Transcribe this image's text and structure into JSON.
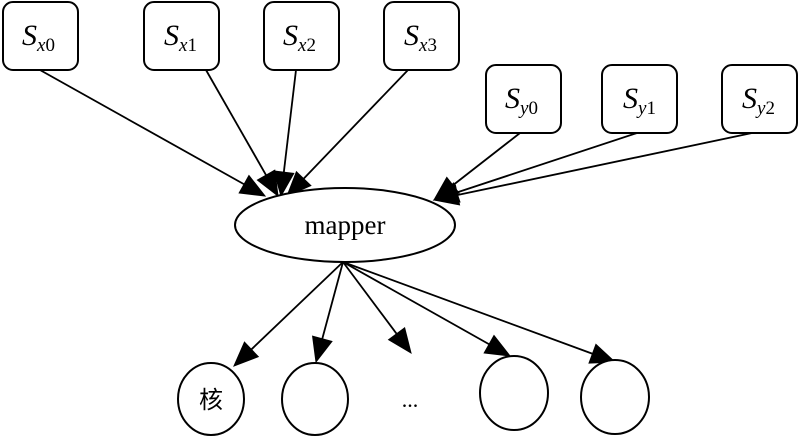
{
  "diagram": {
    "type": "directed-graph",
    "source_nodes_x": [
      {
        "id": "sx0",
        "base": "S",
        "sub_var": "x",
        "sub_idx": "0"
      },
      {
        "id": "sx1",
        "base": "S",
        "sub_var": "x",
        "sub_idx": "1"
      },
      {
        "id": "sx2",
        "base": "S",
        "sub_var": "x",
        "sub_idx": "2"
      },
      {
        "id": "sx3",
        "base": "S",
        "sub_var": "x",
        "sub_idx": "3"
      }
    ],
    "source_nodes_y": [
      {
        "id": "sy0",
        "base": "S",
        "sub_var": "y",
        "sub_idx": "0"
      },
      {
        "id": "sy1",
        "base": "S",
        "sub_var": "y",
        "sub_idx": "1"
      },
      {
        "id": "sy2",
        "base": "S",
        "sub_var": "y",
        "sub_idx": "2"
      }
    ],
    "center_node": {
      "id": "mapper",
      "label": "mapper"
    },
    "target_nodes": [
      {
        "id": "t0",
        "label": "核"
      },
      {
        "id": "t1",
        "label": ""
      },
      {
        "id": "ellipsis",
        "label": "..."
      },
      {
        "id": "t3",
        "label": ""
      },
      {
        "id": "t4",
        "label": ""
      }
    ],
    "edges": [
      {
        "from": "sx0",
        "to": "mapper"
      },
      {
        "from": "sx1",
        "to": "mapper"
      },
      {
        "from": "sx2",
        "to": "mapper"
      },
      {
        "from": "sx3",
        "to": "mapper"
      },
      {
        "from": "sy0",
        "to": "mapper"
      },
      {
        "from": "sy1",
        "to": "mapper"
      },
      {
        "from": "sy2",
        "to": "mapper"
      },
      {
        "from": "mapper",
        "to": "t0"
      },
      {
        "from": "mapper",
        "to": "t1"
      },
      {
        "from": "mapper",
        "to": "ellipsis"
      },
      {
        "from": "mapper",
        "to": "t3"
      },
      {
        "from": "mapper",
        "to": "t4"
      }
    ]
  }
}
